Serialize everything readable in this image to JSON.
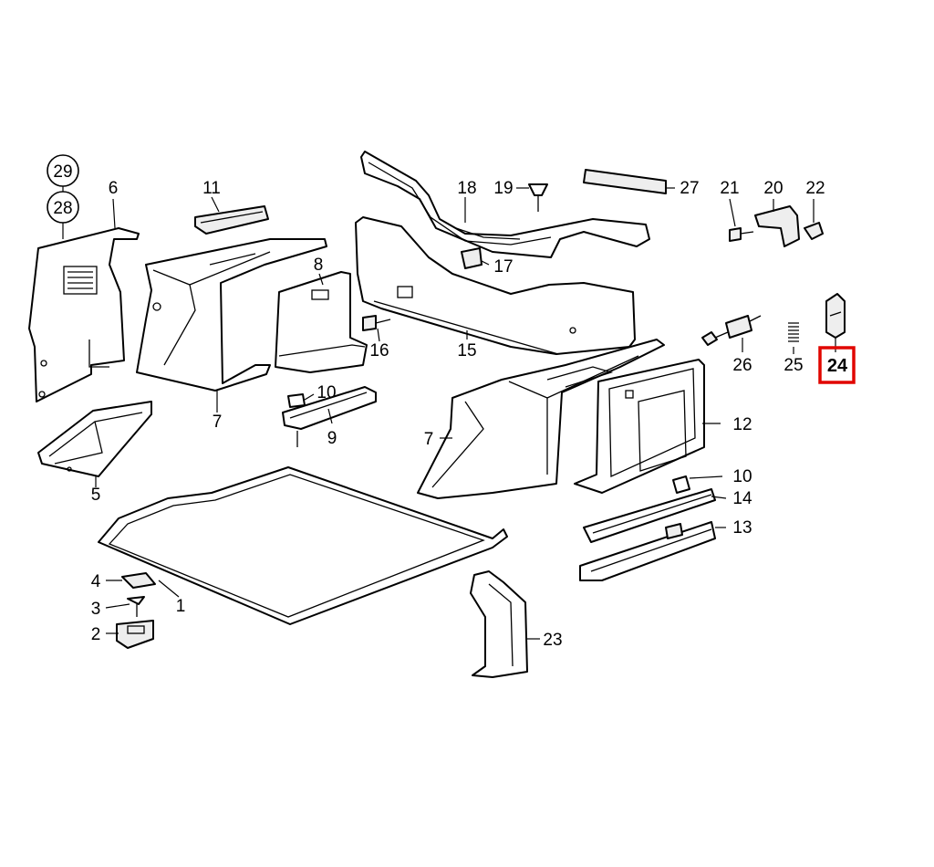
{
  "diagram": {
    "part_numbers": {
      "p1": "1",
      "p2": "2",
      "p3": "3",
      "p4": "4",
      "p5": "5",
      "p6": "6",
      "p7a": "7",
      "p7b": "7",
      "p8": "8",
      "p9": "9",
      "p10a": "10",
      "p10b": "10",
      "p11": "11",
      "p12": "12",
      "p13": "13",
      "p14": "14",
      "p15": "15",
      "p16": "16",
      "p17": "17",
      "p18": "18",
      "p19": "19",
      "p20": "20",
      "p21": "21",
      "p22": "22",
      "p23": "23",
      "p24": "24",
      "p25": "25",
      "p26": "26",
      "p27": "27",
      "p28": "28",
      "p29": "29"
    },
    "highlighted_part": "24",
    "highlight_color": "#e10600",
    "line_color": "#000000",
    "background_color": "#ffffff"
  }
}
